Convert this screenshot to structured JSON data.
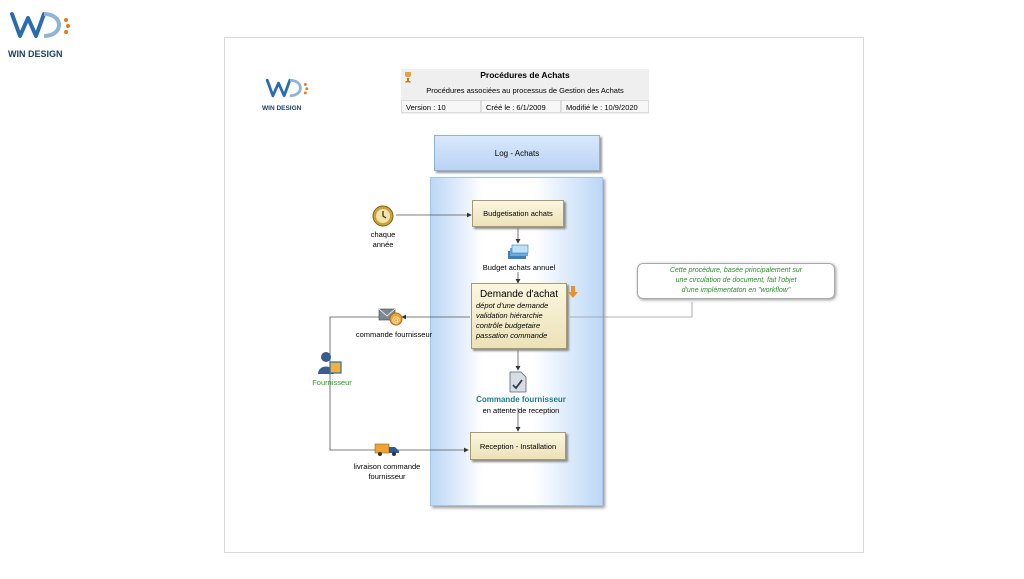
{
  "top_logo": {
    "brand": "WIN DESIGN",
    "mark": "WD"
  },
  "inner_logo": {
    "brand": "WIN DESIGN",
    "mark": "WD"
  },
  "header": {
    "title": "Procédures de Achats",
    "subtitle": "Procédures associées au processus de Gestion des Achats",
    "version": "Version : 10",
    "created": "Créé le : 6/1/2009",
    "modified": "Modifié le : 10/9/2020"
  },
  "lane": {
    "title": "Log - Achats"
  },
  "nodes": {
    "budgetisation": "Budgetisation achats",
    "budget_doc": "Budget achats annuel",
    "demande_title": "Demande d'achat",
    "demande_lines": [
      "dépot d'une demande",
      "validation hiérarchie",
      "contrôle budgetaire",
      "passation commande"
    ],
    "commande_doc_title": "Commande fournisseur",
    "commande_doc_sub": "en attente de reception",
    "reception": "Reception - Installation",
    "chaque_annee": [
      "chaque",
      "année"
    ],
    "commande_msg": "commande fournisseur",
    "fournisseur": "Fournisseur",
    "livraison": [
      "livraison commande",
      "fournisseur"
    ]
  },
  "note": {
    "lines": [
      "Cette procédure, basée principalement sur",
      "une circulation de document,  fait l'objet",
      "d'une implémentaton en \"workflow\""
    ]
  },
  "colors": {
    "accent_blue": "#2b6cb0",
    "doc_teal": "#1f7a8c",
    "note_green": "#2e8b2e",
    "actor_green": "#2e9a2e"
  }
}
